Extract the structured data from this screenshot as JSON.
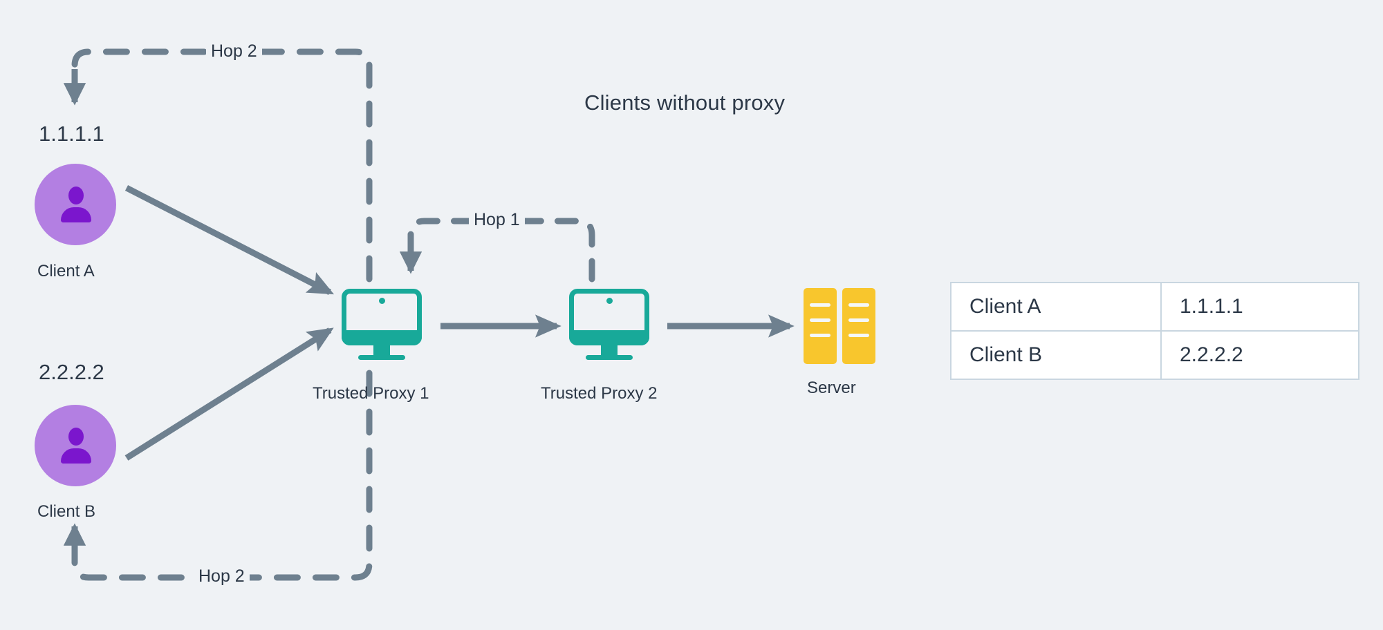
{
  "diagram": {
    "title": "Clients without proxy",
    "background_color": "#eff2f5",
    "accent_colors": {
      "avatar_circle": "#b37fe2",
      "avatar_person": "#7b16cd",
      "monitor": "#18a999",
      "server": "#f8c62d",
      "edge": "#6e808f",
      "text": "#2c3847",
      "table_border": "#c9d6e0"
    },
    "clients": [
      {
        "id": "client-a",
        "name": "Client A",
        "ip": "1.1.1.1",
        "icon": "person-avatar-icon"
      },
      {
        "id": "client-b",
        "name": "Client B",
        "ip": "2.2.2.2",
        "icon": "person-avatar-icon"
      }
    ],
    "nodes": [
      {
        "id": "proxy-1",
        "label": "Trusted Proxy 1",
        "icon": "monitor-icon"
      },
      {
        "id": "proxy-2",
        "label": "Trusted Proxy 2",
        "icon": "monitor-icon"
      },
      {
        "id": "server",
        "label": "Server",
        "icon": "server-rack-icon"
      }
    ],
    "hops": [
      {
        "id": "hop-2-top",
        "label": "Hop 2"
      },
      {
        "id": "hop-1",
        "label": "Hop 1"
      },
      {
        "id": "hop-2-bottom",
        "label": "Hop 2"
      }
    ]
  },
  "ip_table": {
    "rows": [
      {
        "name": "Client A",
        "ip": "1.1.1.1"
      },
      {
        "name": "Client B",
        "ip": "2.2.2.2"
      }
    ]
  }
}
